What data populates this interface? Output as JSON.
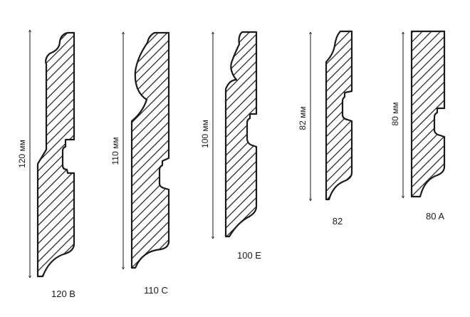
{
  "profiles": [
    {
      "name": "120 B",
      "dimension": "120 мм"
    },
    {
      "name": "110 C",
      "dimension": "110 мм"
    },
    {
      "name": "100 E",
      "dimension": "100 мм"
    },
    {
      "name": "82",
      "dimension": "82 мм"
    },
    {
      "name": "80 A",
      "dimension": "80 мм"
    }
  ]
}
